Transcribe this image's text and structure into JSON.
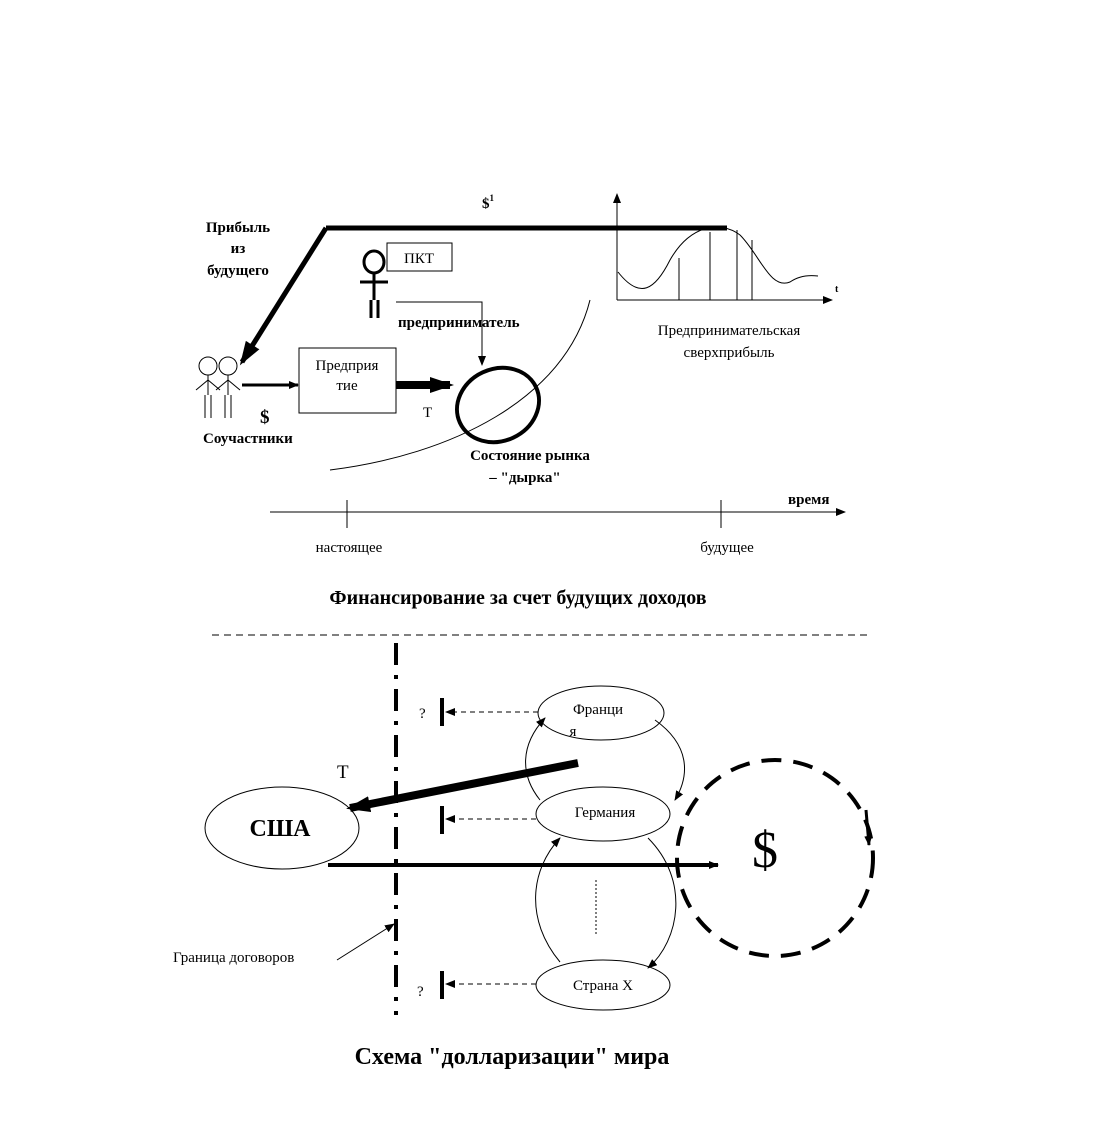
{
  "top": {
    "profit_from_future": [
      "Прибыль",
      "из",
      "будущего"
    ],
    "dollar_one": "$",
    "dollar_one_sup": "1",
    "pkt": "ПКТ",
    "entrepreneur": "предприниматель",
    "enterprise": [
      "Предприя",
      "тие"
    ],
    "dollar": "$",
    "t_label": "Т",
    "participants": "Соучастники",
    "market_state": [
      "Состояние рынка",
      "– \"дырка\""
    ],
    "superprofit": [
      "Предпринимательская",
      "сверхприбыль"
    ],
    "t_axis": "t",
    "time_label": "время",
    "present": "настоящее",
    "future": "будущее",
    "caption": "Финансирование за счет будущих доходов"
  },
  "bottom": {
    "usa": "США",
    "t_label": "Т",
    "france": [
      "Франци",
      "я"
    ],
    "germany": "Германия",
    "country_x": "Страна Х",
    "question": "?",
    "dollar": "$",
    "treaty_border": "Граница договоров",
    "caption": "Схема \"долларизации\" мира"
  }
}
